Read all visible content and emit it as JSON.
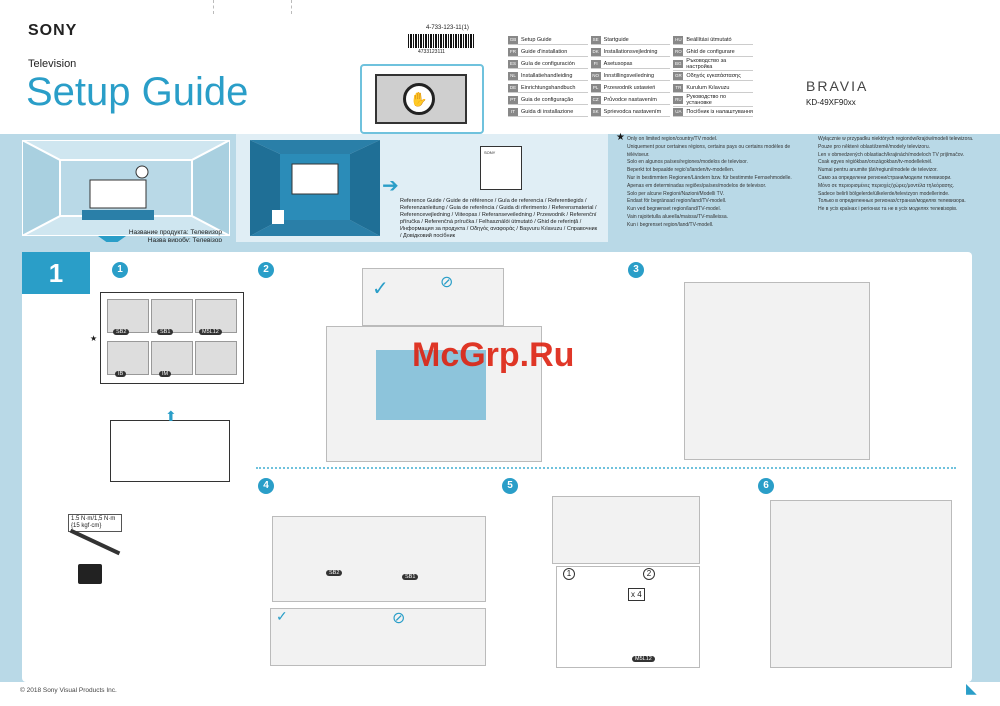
{
  "brand": "SONY",
  "subtitle": "Television",
  "title": "Setup Guide",
  "doc_number": "4-733-123-11(1)",
  "barcode_number": "4733123111",
  "languages": [
    [
      {
        "code": "GB",
        "label": "Setup Guide"
      },
      {
        "code": "SE",
        "label": "Startguide"
      },
      {
        "code": "HU",
        "label": "Beállítási útmutató"
      }
    ],
    [
      {
        "code": "FR",
        "label": "Guide d'installation"
      },
      {
        "code": "DK",
        "label": "Installationsvejledning"
      },
      {
        "code": "RO",
        "label": "Ghid de configurare"
      }
    ],
    [
      {
        "code": "ES",
        "label": "Guía de configuración"
      },
      {
        "code": "FI",
        "label": "Asetusopas"
      },
      {
        "code": "BG",
        "label": "Ръководство за настройка"
      }
    ],
    [
      {
        "code": "NL",
        "label": "Installatiehandleiding"
      },
      {
        "code": "NO",
        "label": "Innstillingsveiledning"
      },
      {
        "code": "GR",
        "label": "Οδηγός εγκατάστασης"
      }
    ],
    [
      {
        "code": "DE",
        "label": "Einrichtungshandbuch"
      },
      {
        "code": "PL",
        "label": "Przewodnik ustawień"
      },
      {
        "code": "TR",
        "label": "Kurulum Kılavuzu"
      }
    ],
    [
      {
        "code": "PT",
        "label": "Guia de configuração"
      },
      {
        "code": "CZ",
        "label": "Průvodce nastavením"
      },
      {
        "code": "RU",
        "label": "Руководство по установке"
      }
    ],
    [
      {
        "code": "IT",
        "label": "Guida di installazione"
      },
      {
        "code": "SK",
        "label": "Sprievodca nastavením"
      },
      {
        "code": "UA",
        "label": "Посібник із налаштування"
      }
    ]
  ],
  "series": "BRAVIA",
  "model": "KD-49XF90xx",
  "product_label": [
    "Название продукта: Телевизор",
    "Назва виробу: Телевізор"
  ],
  "reference_guide": "Reference Guide / Guide de référence / Guía de referencia / Referentiegids / Referenzanleitung / Guia de referência / Guida di riferimento / Referensmaterial / Referencevejledning / Viiteopas / Referanseveiledning / Przewodnik / Referenční příručka / Referenčná príručka / Felhasználói útmutató / Ghid de referință / Информация за продукта / Οδηγός αναφοράς / Başvuru Kılavuzu / Справочник / Довідковий посібник",
  "doc_thumb_brand": "SONY",
  "star": "★",
  "disclaimer_left": [
    "Only on limited region/country/TV model.",
    "Uniquement pour certaines régions, certains pays ou certains modèles de téléviseur.",
    "Solo en algunos países/regiones/modelos de televisor.",
    "Beperkt tot bepaalde regio's/landen/tv-modellen.",
    "Nur in bestimmten Regionen/Ländern bzw. für bestimmte Fernsehmodelle.",
    "Apenas em determinadas regiões/países/modelos de televisor.",
    "Solo per alcune Regioni/Nazioni/Modelli TV.",
    "Endast för begränsad region/land/TV-modell.",
    "Kun ved begrænset region/land/TV-model.",
    "Vain rajoitetulla alueella/maissa/TV-malleissa.",
    "Kun i begrenset region/land/TV-modell."
  ],
  "disclaimer_right": [
    "Wyłącznie w przypadku niektórych regionów/krajów/modeli telewizora.",
    "Pouze pro některé oblasti/země/modely televizoru.",
    "Len v obmedzených oblastiach/krajinách/modeloch TV prijímačov.",
    "Csak egyes régiókban/országokban/tv-modelleknél.",
    "Numai pentru anumite țări/regiuni/modele de televizor.",
    "Само за определени региони/страни/модели телевизори.",
    "Μόνο σε περιορισμένες περιοχές/χώρες/μοντέλα τηλεόρασης.",
    "Sadece belirli bölgelerde/ülkelerde/televizyon modellerinde.",
    "Только в определенных регионах/странах/моделях телевизора.",
    "Не в усіх країнах і регіонах та не в усіх моделях телевізорів."
  ],
  "step_main": "1",
  "substeps": [
    "1",
    "2",
    "3",
    "4",
    "5",
    "6"
  ],
  "parts": {
    "sb2": "SB2",
    "sb1": "SB1",
    "m5l12": "M5L12",
    "ib": "IB",
    "im": "IM"
  },
  "torque": "1.5 N·m/1,5 N·m {15 kgf·cm}",
  "step5_sub": {
    "a": "1",
    "b": "2",
    "count": "x 4",
    "screw": "M5L12"
  },
  "watermark": "McGrp.Ru",
  "copyright": "© 2018 Sony Visual Products Inc.",
  "colors": {
    "accent": "#2a9ec8",
    "band": "#b9d9e7"
  }
}
